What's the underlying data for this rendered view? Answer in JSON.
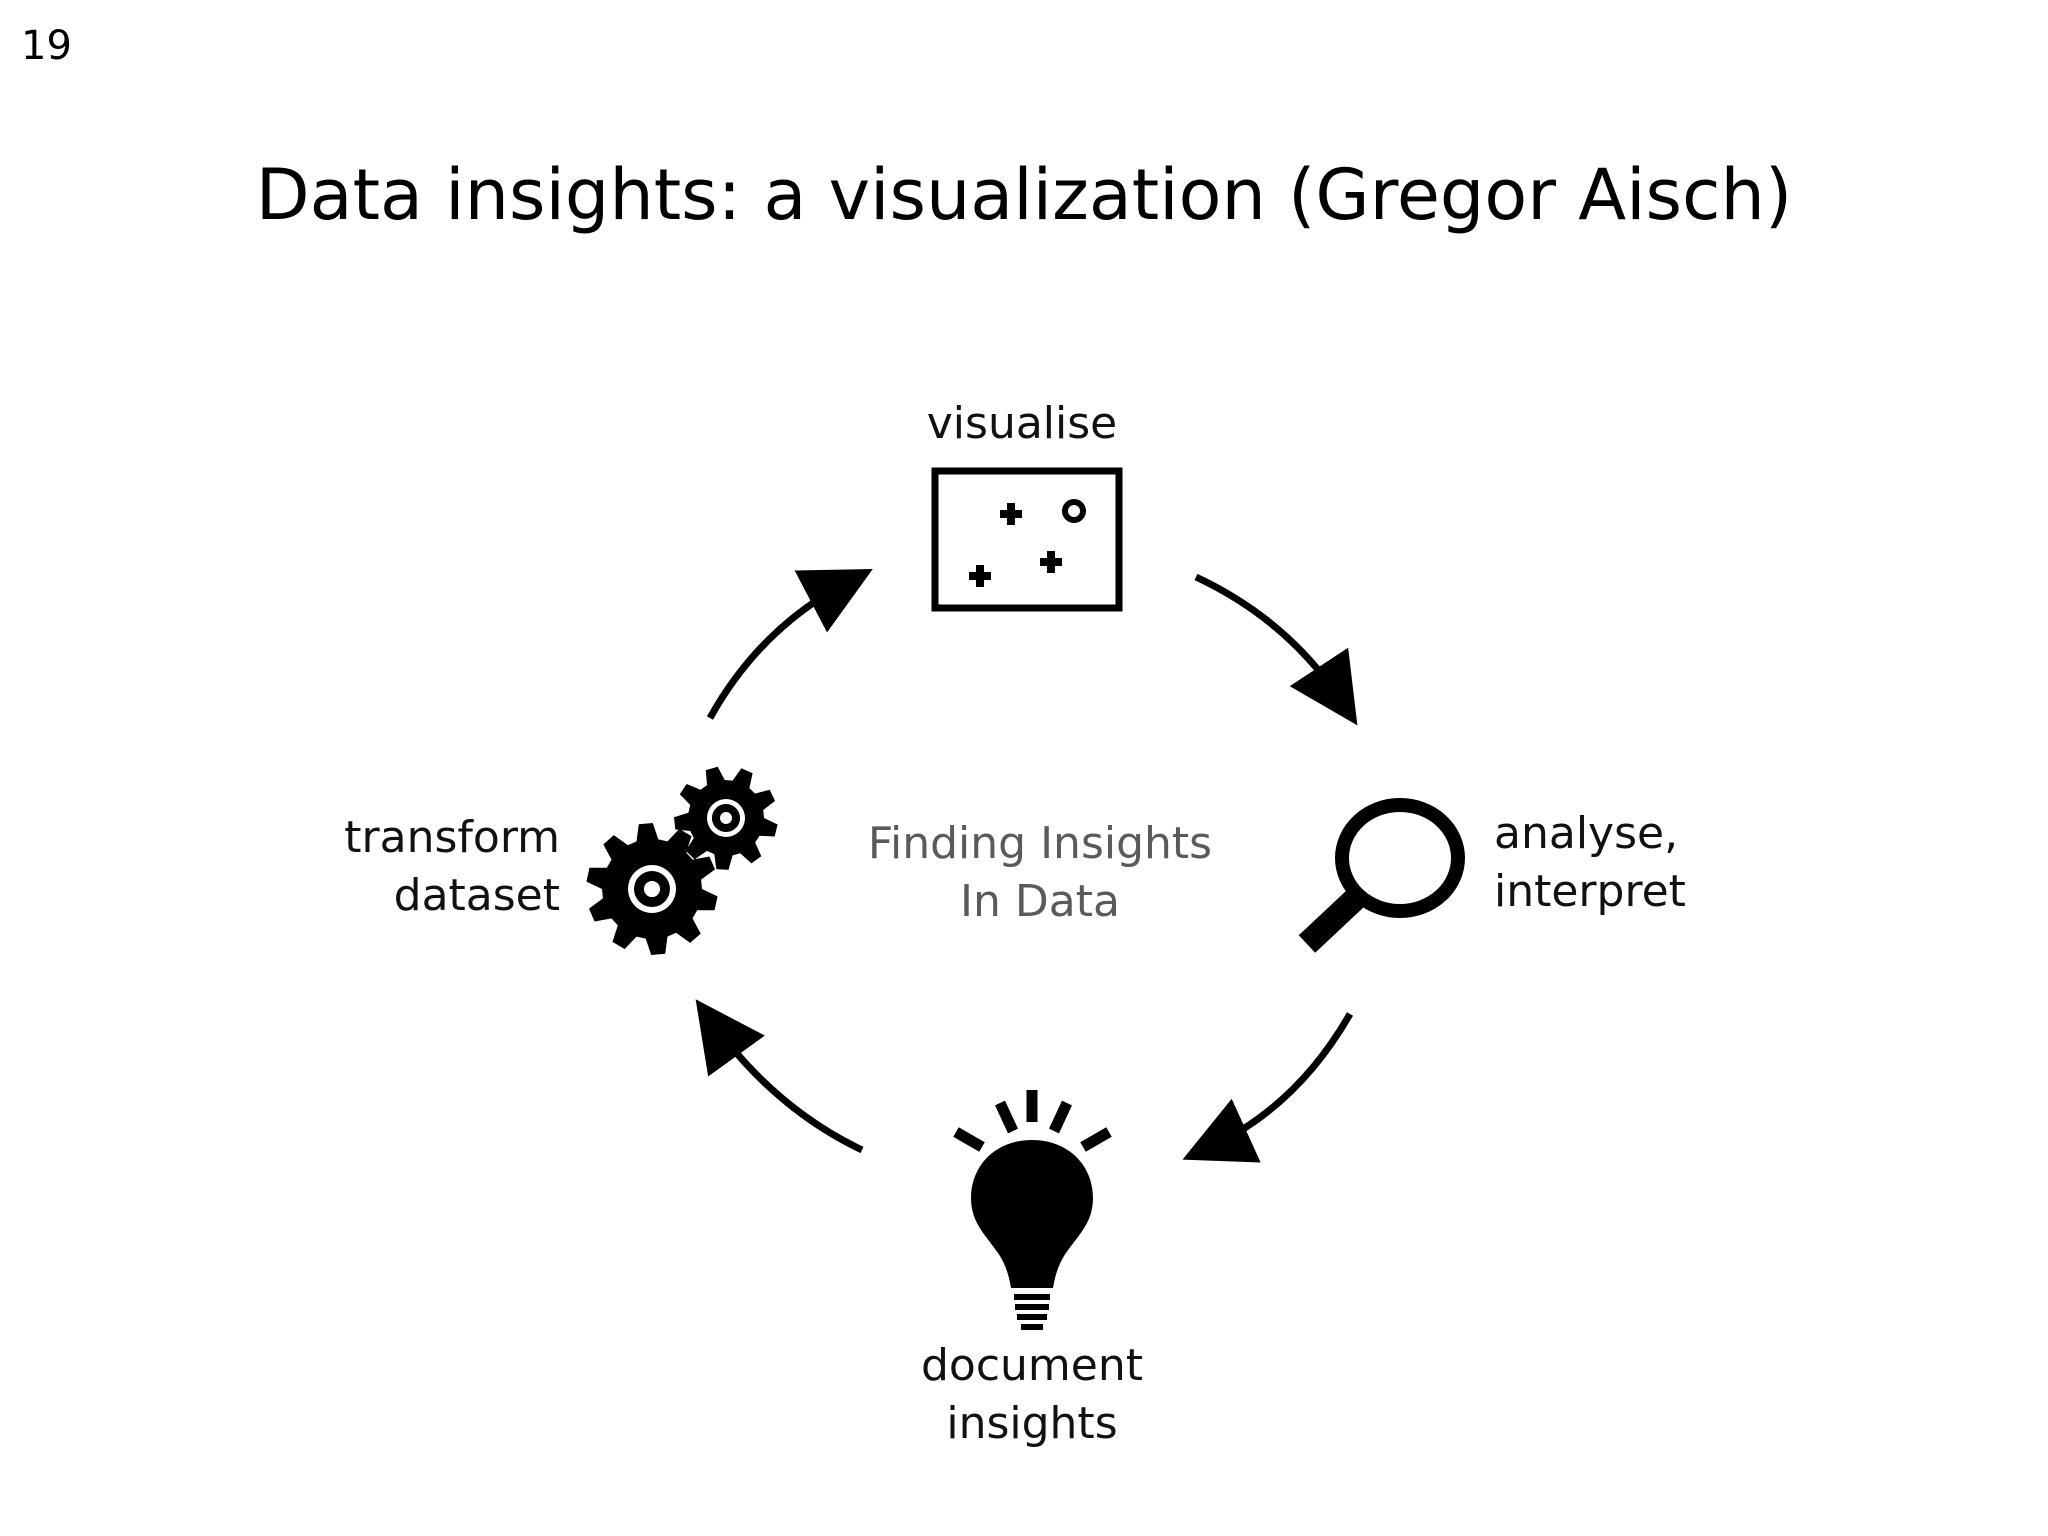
{
  "slide": {
    "number": "19",
    "title": "Data insights: a visualization (Gregor Aisch)"
  },
  "diagram": {
    "center": [
      "Finding Insights",
      "In Data"
    ],
    "stages": {
      "visualise": [
        "visualise"
      ],
      "analyse": [
        "analyse,",
        "interpret"
      ],
      "document": [
        "document",
        "insights"
      ],
      "transform": [
        "transform",
        "dataset"
      ]
    },
    "icons": {
      "visualise": "scatter-plot-icon",
      "analyse": "magnifier-icon",
      "document": "lightbulb-icon",
      "transform": "gears-icon"
    }
  }
}
